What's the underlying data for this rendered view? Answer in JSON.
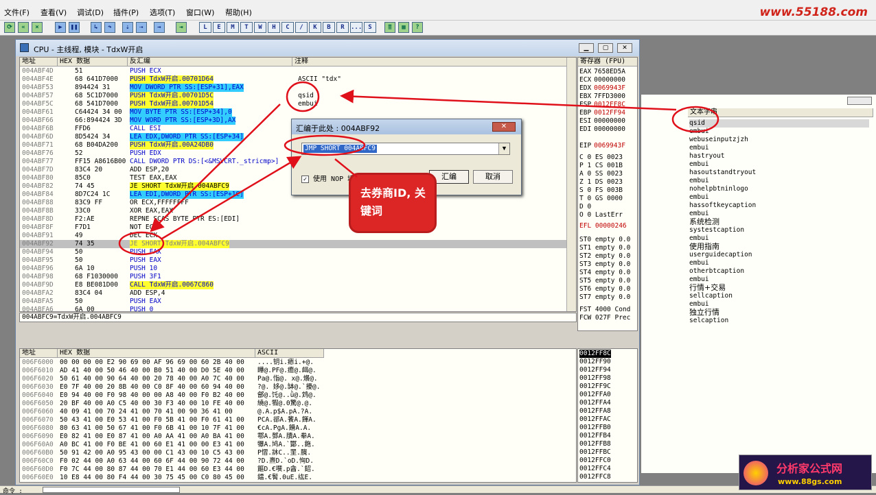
{
  "menu": [
    "文件(F)",
    "查看(V)",
    "调试(D)",
    "插件(P)",
    "选项(T)",
    "窗口(W)",
    "帮助(H)"
  ],
  "watermark_top": "www.55188.com",
  "toolbar_letters": [
    "L",
    "E",
    "M",
    "T",
    "W",
    "H",
    "C",
    "/",
    "K",
    "B",
    "R",
    "...",
    "S"
  ],
  "cpu": {
    "title": "CPU - 主线程, 模块 - TdxW开启",
    "columns": [
      "地址",
      "HEX 数据",
      "反汇编",
      "注释"
    ],
    "rows": [
      [
        "004ABF4D",
        "51",
        "PUSH ECX",
        ""
      ],
      [
        "004ABF4E",
        "68 641D7000",
        "PUSH TdxW开启.00701D64",
        "ASCII \"tdx\""
      ],
      [
        "004ABF53",
        "894424 31",
        "MOV DWORD PTR SS:[ESP+31],EAX",
        ""
      ],
      [
        "004ABF57",
        "68 5C1D7000",
        "PUSH TdxW开启.00701D5C",
        "qsid"
      ],
      [
        "004ABF5C",
        "68 541D7000",
        "PUSH TdxW开启.00701D54",
        "embui"
      ],
      [
        "004ABF61",
        "C64424 34 00",
        "MOV BYTE PTR SS:[ESP+34],0",
        ""
      ],
      [
        "004ABF66",
        "66:894424 3D",
        "MOV WORD PTR SS:[ESP+3D],AX",
        ""
      ],
      [
        "004ABF6B",
        "FFD6",
        "CALL ESI",
        ""
      ],
      [
        "004ABF6D",
        "8D5424 34",
        "LEA EDX,DWORD PTR SS:[ESP+34]",
        ""
      ],
      [
        "004ABF71",
        "68 B04DA200",
        "PUSH TdxW开启.00A24DB0",
        ""
      ],
      [
        "004ABF76",
        "52",
        "PUSH EDX",
        ""
      ],
      [
        "004ABF77",
        "FF15 A8616B00",
        "CALL DWORD PTR DS:[<&MSVCRT._stricmp>]",
        ""
      ],
      [
        "004ABF7D",
        "83C4 20",
        "ADD ESP,20",
        ""
      ],
      [
        "004ABF80",
        "85C0",
        "TEST EAX,EAX",
        ""
      ],
      [
        "004ABF82",
        "74 45",
        "JE SHORT TdxW开启.004ABFC9",
        ""
      ],
      [
        "004ABF84",
        "8D7C24 1C",
        "LEA EDI,DWORD PTR SS:[ESP+1C]",
        ""
      ],
      [
        "004ABF88",
        "83C9 FF",
        "OR ECX,FFFFFFFF",
        ""
      ],
      [
        "004ABF8B",
        "33C0",
        "XOR EAX,EAX",
        ""
      ],
      [
        "004ABF8D",
        "F2:AE",
        "REPNE SCAS BYTE PTR ES:[EDI]",
        ""
      ],
      [
        "004ABF8F",
        "F7D1",
        "NOT ECX",
        ""
      ],
      [
        "004ABF91",
        "49",
        "DEC ECX",
        ""
      ],
      [
        "004ABF92",
        "74 35",
        "JE SHORT TdxW开启.004ABFC9",
        ""
      ],
      [
        "004ABF94",
        "50",
        "PUSH EAX",
        ""
      ],
      [
        "004ABF95",
        "50",
        "PUSH EAX",
        ""
      ],
      [
        "004ABF96",
        "6A 10",
        "PUSH 10",
        ""
      ],
      [
        "004ABF98",
        "68 F1030000",
        "PUSH 3F1",
        ""
      ],
      [
        "004ABF9D",
        "E8 BE081D00",
        "CALL TdxW开启.0067C860",
        ""
      ],
      [
        "004ABFA2",
        "83C4 04",
        "ADD ESP,4",
        ""
      ],
      [
        "004ABFA5",
        "50",
        "PUSH EAX",
        ""
      ],
      [
        "004ABFA6",
        "6A 00",
        "PUSH 0",
        ""
      ]
    ],
    "info": "004ABFC9=TdxW开启.004ABFC9"
  },
  "dump": {
    "columns": [
      "地址",
      "HEX 数据",
      "ASCII"
    ],
    "rows": [
      [
        "006F6000",
        "00 00 00 00 E2 90 69 00 AF 96 69 00 60 2B 40 00",
        "....钥i.瘱i.+@."
      ],
      [
        "006F6010",
        "AD 41 40 00 50 46 40 00 B0 51 40 00 D0 5E 40 00",
        "瞱@.PF@.癚@.衈@."
      ],
      [
        "006F6020",
        "50 61 40 00 90 64 40 00 20 78 40 00 A0 7C 40 00",
        "Pa@.恉@. x@.爘@."
      ],
      [
        "006F6030",
        "E0 7F 40 00 20 8B 40 00 C0 8F 40 00 60 94 40 00",
        "?@. 姼@.缽@.`擾@."
      ],
      [
        "006F6040",
        "E0 94 40 00 F0 98 40 00 00 A8 40 00 F0 B2 40 00",
        "鄶@.饦@..ǜ@.鸩@."
      ],
      [
        "006F6050",
        "20 BF 40 00 A0 C5 40 00 30 F3 40 00 10 FE 40 00",
        " 繞@.犌@.0驚@.@."
      ],
      [
        "006F6060",
        "40 09 41 00 70 24 41 00 70 41 00 90 36 41 00",
        "@.A.p$A.pA.?A."
      ],
      [
        "006F6070",
        "50 43 41 00 E0 53 41 00 F0 5B 41 00 F0 61 41 00",
        "PCA.郤A.餥A.餫A."
      ],
      [
        "006F6080",
        "80 63 41 00 50 67 41 00 F0 6B 41 00 10 7F 41 00",
        "€cA.PgA.餶A.A."
      ],
      [
        "006F6090",
        "E0 82 41 00 E0 87 41 00 A0 AA 41 00 A0 BA 41 00",
        "鄠A.鄧A.牘A.牶A."
      ],
      [
        "006F60A0",
        "A0 BC 41 00 F0 BE 41 00 60 E1 41 00 00 E3 41 00",
        "犦A.鸠A.`酇..鉇."
      ],
      [
        "006F60B0",
        "50 91 42 00 A0 95 43 00 00 C1 43 00 10 C5 43 00",
        "P慴.牀C..罜.臗."
      ],
      [
        "006F60C0",
        "F0 02 44 00 A0 63 44 00 60 6F 44 00 90 72 44 00",
        "?D.燾D.`oD.恟D."
      ],
      [
        "006F60D0",
        "F0 7C 44 00 80 87 44 00 70 E1 44 00 60 E3 44 00",
        "饇D.€噀.p酓.`鉊."
      ],
      [
        "006F60E0",
        "10 E8 44 00 80 F4 44 00 30 75 45 00 C0 80 45 00",
        "鐳.€鬌.0uE.纮E."
      ]
    ]
  },
  "registers": {
    "header": "寄存器 (FPU)",
    "rows": [
      [
        "EAX",
        "7658ED5A"
      ],
      [
        "ECX",
        "00000000"
      ],
      [
        "EDX",
        "0069943F"
      ],
      [
        "EBX",
        "7FFD3000"
      ],
      [
        "ESP",
        "0012FF8C"
      ],
      [
        "EBP",
        "0012FF94"
      ],
      [
        "ESI",
        "00000000"
      ],
      [
        "EDI",
        "00000000"
      ],
      [
        "",
        ""
      ],
      [
        "EIP",
        "0069943F"
      ]
    ],
    "flags": [
      "C 0  ES 0023",
      "P 1  CS 001B",
      "A 0  SS 0023",
      "Z 1  DS 0023",
      "S 0  FS 003B",
      "T 0  GS 0000",
      "D 0",
      "O 0   LastErr"
    ],
    "efl": "EFL 00000246",
    "fpu": [
      "ST0 empty 0.0",
      "ST1 empty 0.0",
      "ST2 empty 0.0",
      "ST3 empty 0.0",
      "ST4 empty 0.0",
      "ST5 empty 0.0",
      "ST6 empty 0.0",
      "ST7 empty 0.0"
    ],
    "fst": "FST 4000  Cond",
    "fcw": "FCW 027F  Prec"
  },
  "stack": [
    "0012FF8C",
    "0012FF90",
    "0012FF94",
    "0012FF98",
    "0012FF9C",
    "0012FFA0",
    "0012FFA4",
    "0012FFA8",
    "0012FFAC",
    "0012FFB0",
    "0012FFB4",
    "0012FFB8",
    "0012FFBC",
    "0012FFC0",
    "0012FFC4",
    "0012FFC8"
  ],
  "dialog": {
    "title": "汇编于此处 : 004ABF92",
    "input": "JMP SHORT 004ABFC9",
    "checkbox": "使用 NOP 填",
    "assemble": "汇编",
    "cancel": "取消"
  },
  "callout": "去券商ID, 关键词",
  "strings": {
    "header": "文本字串",
    "items": [
      "qsid",
      "embui",
      "webuseinputzjzh",
      "embui",
      "hastryout",
      "embui",
      "hasoutstandtryout",
      "embui",
      "nohelpbtninlogo",
      "embui",
      "hassoftkeycaption",
      "embui",
      "系统检测",
      "systestcaption",
      "embui",
      "使用指南",
      "userguidecaption",
      "embui",
      "otherbtcaption",
      "embui",
      "行情+交易",
      "sellcaption",
      "embui",
      "独立行情",
      "selcaption"
    ]
  },
  "command_label": "命令 :",
  "watermark_bottom": {
    "line1": "分析家公式网",
    "line2": "www.88gs.com"
  }
}
